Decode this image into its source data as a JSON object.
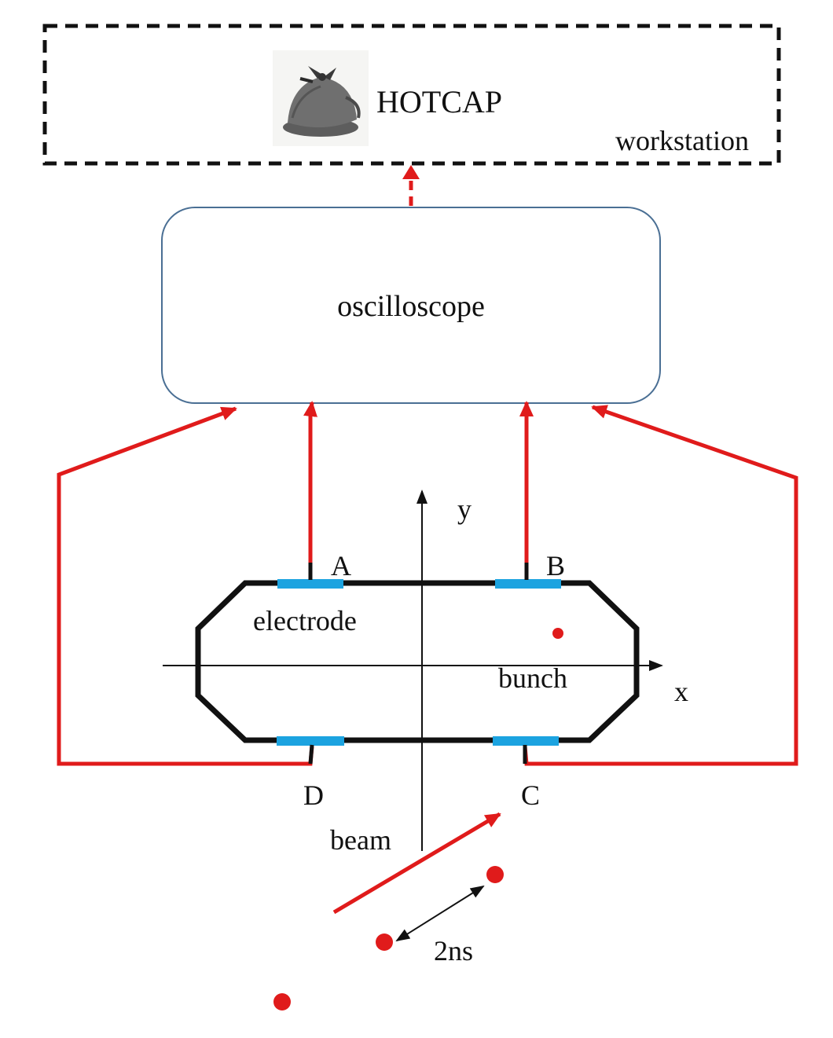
{
  "workstation": {
    "app_name": "HOTCAP",
    "label": "workstation",
    "logo_icon": "deerstalker-hat-icon"
  },
  "oscilloscope": {
    "label": "oscilloscope"
  },
  "axes": {
    "x_label": "x",
    "y_label": "y"
  },
  "electrodes": {
    "a": "A",
    "b": "B",
    "c": "C",
    "d": "D",
    "label": "electrode"
  },
  "bunch": {
    "label": "bunch"
  },
  "beam": {
    "label": "beam",
    "spacing_label": "2ns"
  },
  "colors": {
    "signal": "#e01b1b",
    "electrode": "#1ca3e0",
    "chamber": "#111111",
    "box_border": "#4a6f94"
  }
}
